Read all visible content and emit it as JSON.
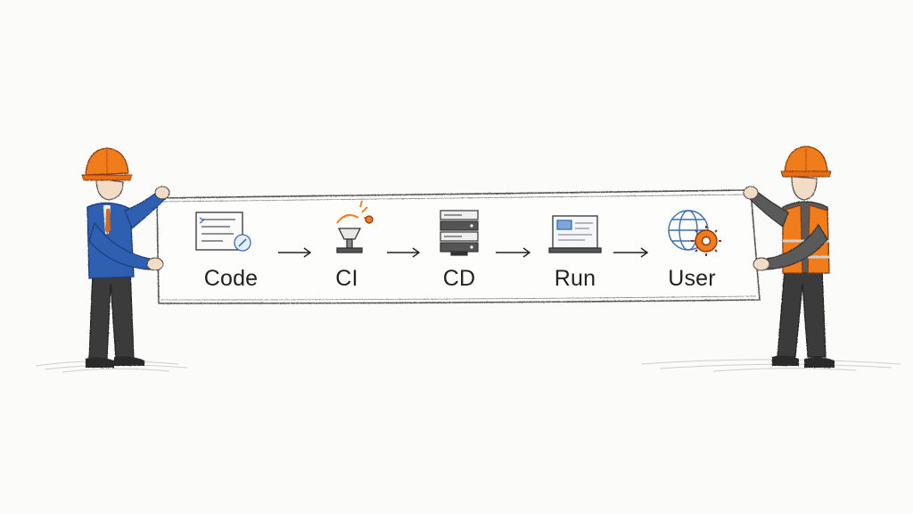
{
  "pipeline": {
    "steps": [
      {
        "label": "Code",
        "icon": "code-document-icon"
      },
      {
        "label": "CI",
        "icon": "build-machine-icon"
      },
      {
        "label": "CD",
        "icon": "server-rack-icon"
      },
      {
        "label": "Run",
        "icon": "monitor-icon"
      },
      {
        "label": "User",
        "icon": "globe-gear-icon"
      }
    ],
    "connector_icon": "arrow-right-icon"
  },
  "colors": {
    "helmet": "#f07b1f",
    "vest": "#f07b1f",
    "suit": "#2f5fb0",
    "ink": "#333333",
    "accent_blue": "#3b6fb5",
    "background": "#fbfbfa"
  }
}
